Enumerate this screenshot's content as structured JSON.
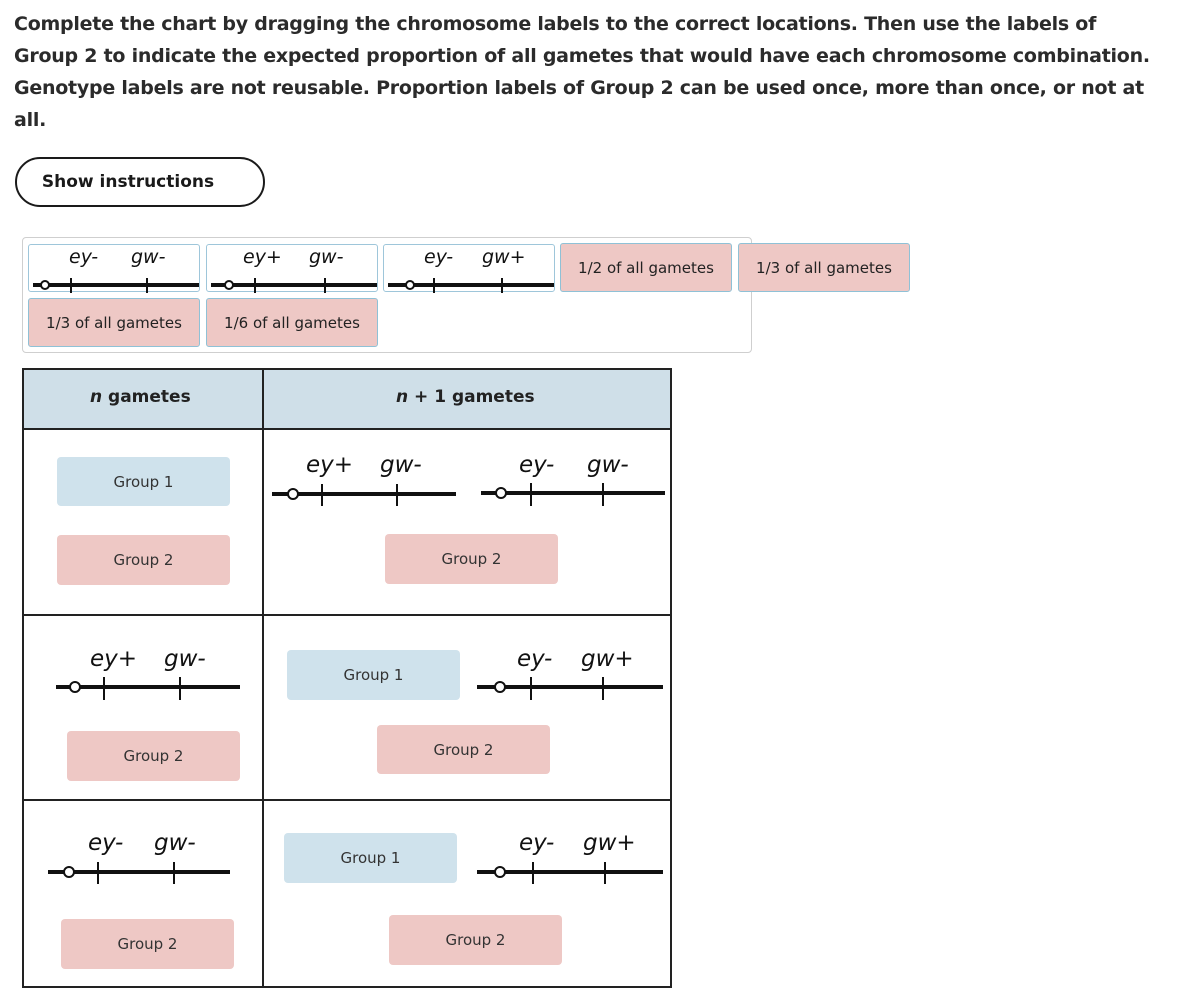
{
  "instructions": "Complete the chart by dragging the chromosome labels to the correct locations. Then use the labels of Group 2 to indicate the expected proportion of all gametes that would have each chromosome combination. Genotype labels are not reusable. Proportion labels of Group 2 can be used once, more than once, or not at all.",
  "show_instructions_label": "Show instructions",
  "bank": {
    "genotype_labels": [
      {
        "allele1": "ey-",
        "allele2": "gw-"
      },
      {
        "allele1": "ey+",
        "allele2": "gw-"
      },
      {
        "allele1": "ey-",
        "allele2": "gw+"
      }
    ],
    "proportion_labels": [
      "1/2 of all gametes",
      "1/3 of all gametes",
      "1/3 of all gametes",
      "1/6 of all gametes"
    ]
  },
  "table": {
    "header_n_var": "n",
    "header_n_rest": "gametes",
    "header_n1_var": "n",
    "header_n1_rest": "+ 1 gametes",
    "row1": {
      "n_group1": "Group 1",
      "n_group2": "Group 2",
      "n1_chrom_a": {
        "allele1": "ey+",
        "allele2": "gw-"
      },
      "n1_chrom_b": {
        "allele1": "ey-",
        "allele2": "gw-"
      },
      "n1_group2": "Group 2"
    },
    "row2": {
      "n_chrom": {
        "allele1": "ey+",
        "allele2": "gw-"
      },
      "n_group2": "Group 2",
      "n1_group1": "Group 1",
      "n1_chrom": {
        "allele1": "ey-",
        "allele2": "gw+"
      },
      "n1_group2": "Group 2"
    },
    "row3": {
      "n_chrom": {
        "allele1": "ey-",
        "allele2": "gw-"
      },
      "n_group2": "Group 2",
      "n1_group1": "Group 1",
      "n1_chrom": {
        "allele1": "ey-",
        "allele2": "gw+"
      },
      "n1_group2": "Group 2"
    }
  },
  "colors": {
    "group1": "#cfe2ec",
    "group2": "#eec8c5",
    "header": "#cfdfe8"
  }
}
